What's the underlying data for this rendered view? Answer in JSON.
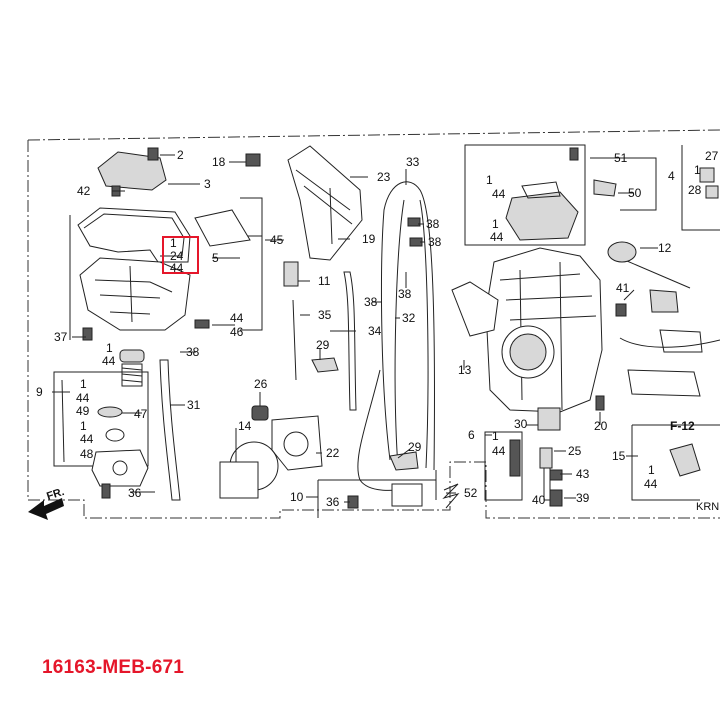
{
  "part_code": "16163-MEB-671",
  "callouts": {
    "c1": "1",
    "c2": "2",
    "c3": "3",
    "c4": "4",
    "c5": "5",
    "c6": "6",
    "c9": "9",
    "c10": "10",
    "c11": "11",
    "c12": "12",
    "c13": "13",
    "c14": "14",
    "c15": "15",
    "c18": "18",
    "c19": "19",
    "c20": "20",
    "c22": "22",
    "c23": "23",
    "c24": "24",
    "c25": "25",
    "c26": "26",
    "c27": "27",
    "c28": "28",
    "c29": "29",
    "c30": "30",
    "c31": "31",
    "c32": "32",
    "c33": "33",
    "c34": "34",
    "c35": "35",
    "c36": "36",
    "c37": "37",
    "c38": "38",
    "c39": "39",
    "c40": "40",
    "c41": "41",
    "c42": "42",
    "c43": "43",
    "c44": "44",
    "c45": "45",
    "c46": "46",
    "c47": "47",
    "c48": "48",
    "c49": "49",
    "c50": "50",
    "c51": "51",
    "c52": "52"
  },
  "reference_label": "F-12",
  "front_label": "FR.",
  "diagram_code": "KRN",
  "highlight": {
    "line1": "1",
    "line2": "24",
    "line3": "44"
  },
  "colors": {
    "highlight": "#e5162a",
    "part_code": "#e5162a",
    "ink": "#222222"
  }
}
